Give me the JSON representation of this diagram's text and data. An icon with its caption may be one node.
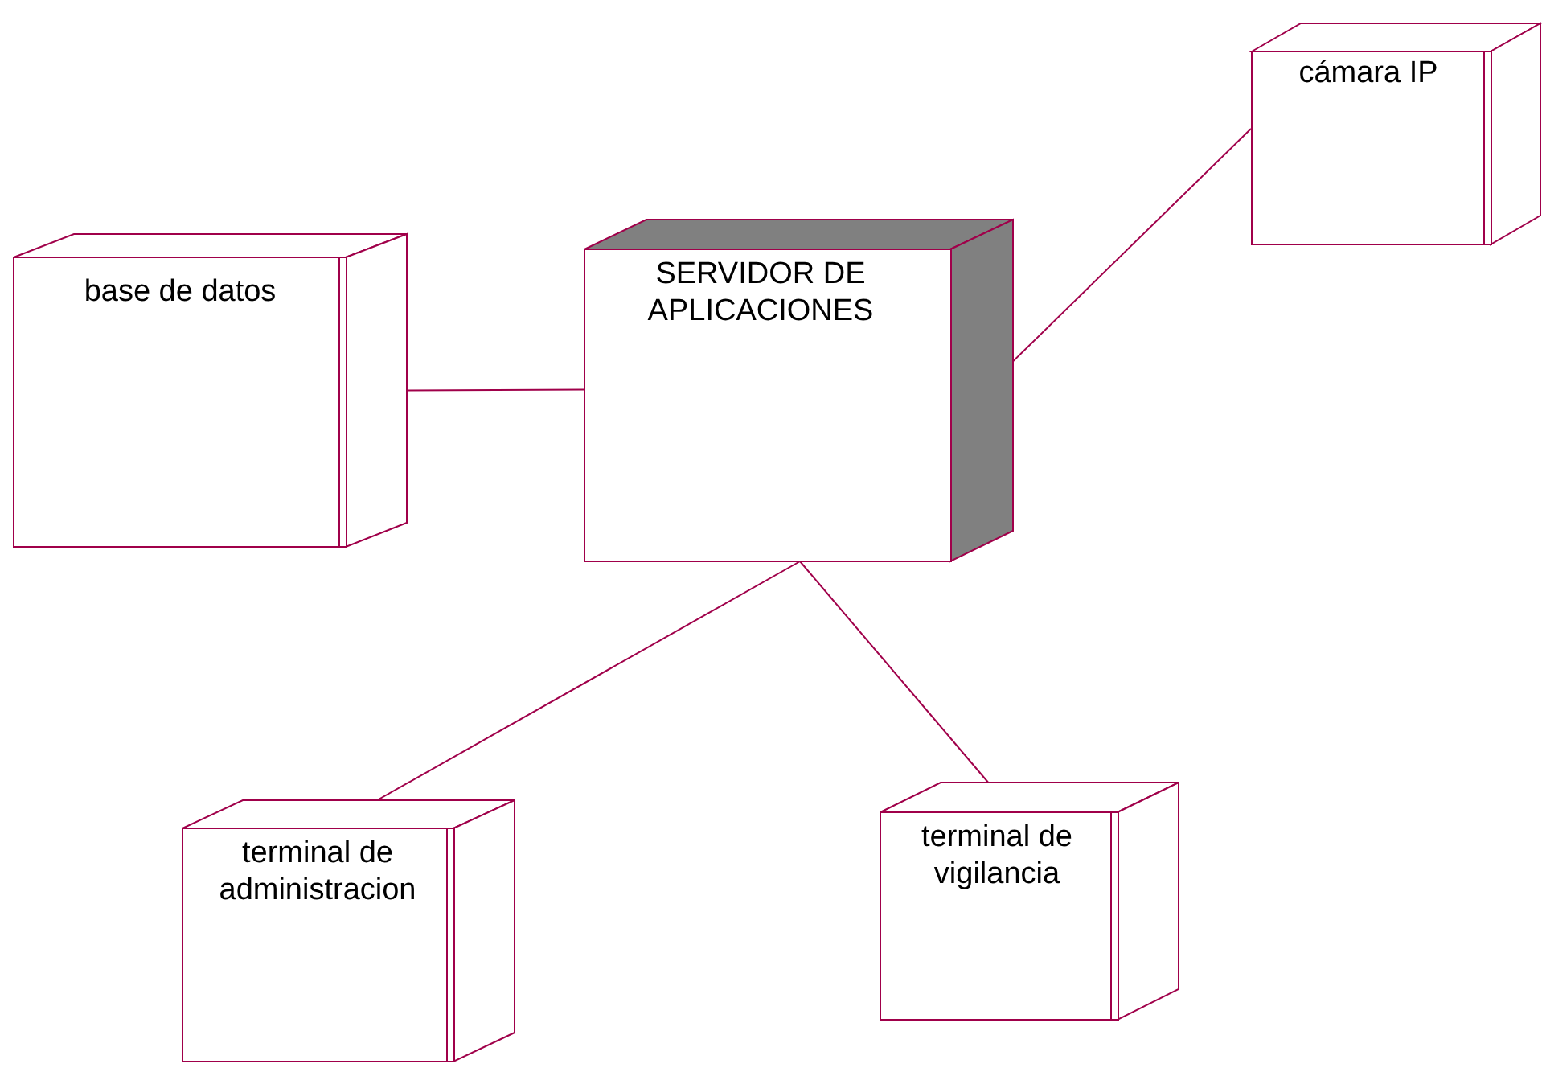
{
  "diagram": {
    "nodes": [
      {
        "text": [
          "base de datos"
        ]
      },
      {
        "text": [
          "SERVIDOR DE APLICACIONES"
        ]
      },
      {
        "text": [
          "cámara IP"
        ]
      },
      {
        "text": [
          "terminal de administracion"
        ]
      },
      {
        "text": [
          "terminal de vigilancia"
        ]
      }
    ],
    "edges": [
      {
        "from": 0,
        "to": 1,
        "arrow": "none"
      },
      {
        "from": 1,
        "to": 2,
        "arrow": "none"
      },
      {
        "from": 1,
        "to": 3,
        "arrow": "none"
      },
      {
        "from": 1,
        "to": 4,
        "arrow": "none"
      }
    ]
  }
}
